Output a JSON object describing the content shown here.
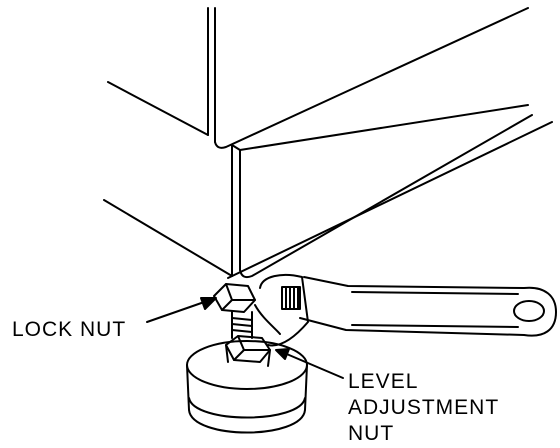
{
  "labels": {
    "lock_nut": "LOCK NUT",
    "level_adjustment_nut_line1": "LEVEL",
    "level_adjustment_nut_line2": "ADJUSTMENT",
    "level_adjustment_nut_line3": "NUT"
  },
  "colors": {
    "ink": "#000000",
    "paper": "#ffffff"
  }
}
